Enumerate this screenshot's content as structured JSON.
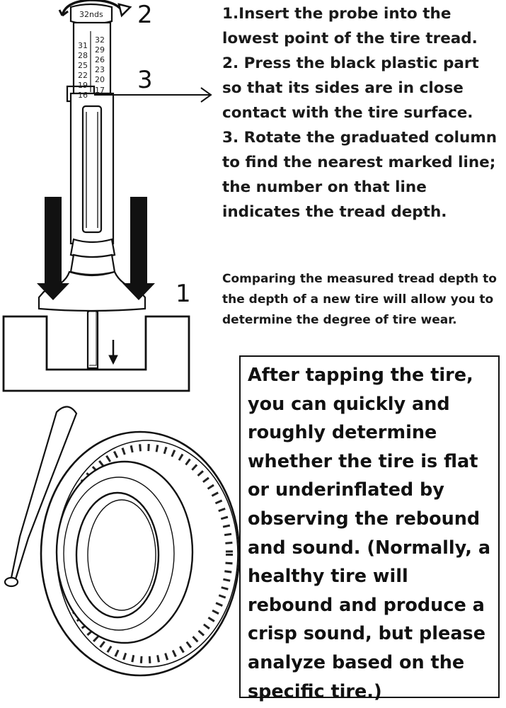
{
  "callouts": {
    "one": "1",
    "two": "2",
    "three": "3"
  },
  "gauge": {
    "cap_text": "32nds",
    "scale_left": [
      "31",
      "28",
      "25",
      "22",
      "19",
      "16"
    ],
    "scale_right": [
      "32",
      "29",
      "26",
      "23",
      "20",
      "17"
    ]
  },
  "instructions": {
    "step1": "1.Insert the probe into the lowest point of the tire tread.",
    "step2": "2. Press the black plastic part so that its sides are in close contact with the tire surface.",
    "step3": "3. Rotate the graduated column to find the nearest marked line; the number on that line indicates the tread depth."
  },
  "note": "Comparing the measured tread depth to the depth of a new tire will allow you to determine the degree of tire wear.",
  "tap_tip": "After tapping the tire, you can quickly and roughly determine whether the tire is flat or underinflated by observing the rebound and sound. (Normally, a healthy tire will rebound and produce a crisp sound, but please analyze based on the specific tire.)"
}
